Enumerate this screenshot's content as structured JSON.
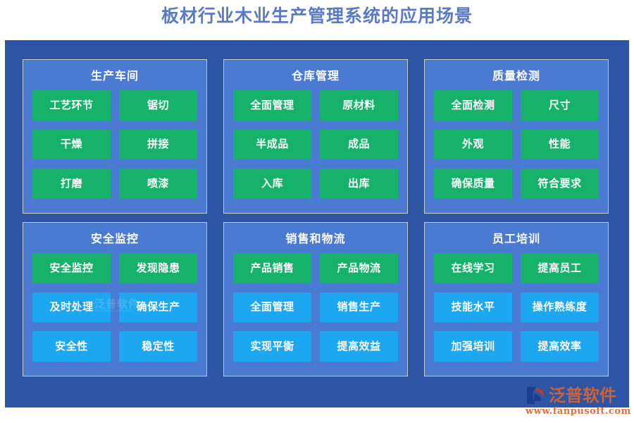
{
  "page": {
    "title": "板材行业木业生产管理系统的应用场景",
    "title_color": "#5B7AC6",
    "background": "#FFFFFF",
    "board_color": "#2E55A3",
    "card_color": "#4A7AD1",
    "card_border_color": "#C9CDD4",
    "tag_green": "#17B26A",
    "tag_blue": "#1CA7F0"
  },
  "cards": [
    {
      "title": "生产车间",
      "tags": [
        {
          "label": "工艺环节",
          "color": "green"
        },
        {
          "label": "锯切",
          "color": "green"
        },
        {
          "label": "干燥",
          "color": "green"
        },
        {
          "label": "拼接",
          "color": "green"
        },
        {
          "label": "打磨",
          "color": "green"
        },
        {
          "label": "喷漆",
          "color": "green"
        }
      ]
    },
    {
      "title": "仓库管理",
      "tags": [
        {
          "label": "全面管理",
          "color": "green"
        },
        {
          "label": "原材料",
          "color": "green"
        },
        {
          "label": "半成品",
          "color": "green"
        },
        {
          "label": "成品",
          "color": "green"
        },
        {
          "label": "入库",
          "color": "green"
        },
        {
          "label": "出库",
          "color": "green"
        }
      ]
    },
    {
      "title": "质量检测",
      "tags": [
        {
          "label": "全面检测",
          "color": "green"
        },
        {
          "label": "尺寸",
          "color": "green"
        },
        {
          "label": "外观",
          "color": "green"
        },
        {
          "label": "性能",
          "color": "green"
        },
        {
          "label": "确保质量",
          "color": "green"
        },
        {
          "label": "符合要求",
          "color": "green"
        }
      ]
    },
    {
      "title": "安全监控",
      "tags": [
        {
          "label": "安全监控",
          "color": "green"
        },
        {
          "label": "发现隐患",
          "color": "green"
        },
        {
          "label": "及时处理",
          "color": "blue"
        },
        {
          "label": "确保生产",
          "color": "blue"
        },
        {
          "label": "安全性",
          "color": "blue"
        },
        {
          "label": "稳定性",
          "color": "blue"
        }
      ]
    },
    {
      "title": "销售和物流",
      "tags": [
        {
          "label": "产品销售",
          "color": "green"
        },
        {
          "label": "产品物流",
          "color": "green"
        },
        {
          "label": "全面管理",
          "color": "blue"
        },
        {
          "label": "销售生产",
          "color": "blue"
        },
        {
          "label": "实现平衡",
          "color": "blue"
        },
        {
          "label": "提高效益",
          "color": "blue"
        }
      ]
    },
    {
      "title": "员工培训",
      "tags": [
        {
          "label": "在线学习",
          "color": "green"
        },
        {
          "label": "提高员工",
          "color": "green"
        },
        {
          "label": "技能水平",
          "color": "blue"
        },
        {
          "label": "操作熟练度",
          "color": "blue"
        },
        {
          "label": "加强培训",
          "color": "blue"
        },
        {
          "label": "提高效率",
          "color": "blue"
        }
      ]
    }
  ],
  "logo": {
    "name": "泛普软件",
    "url": "www.fanpusoft.com",
    "color": "#D9642F"
  },
  "watermark": {
    "name": "泛普软件",
    "url": "www.fanpusoft.com"
  }
}
